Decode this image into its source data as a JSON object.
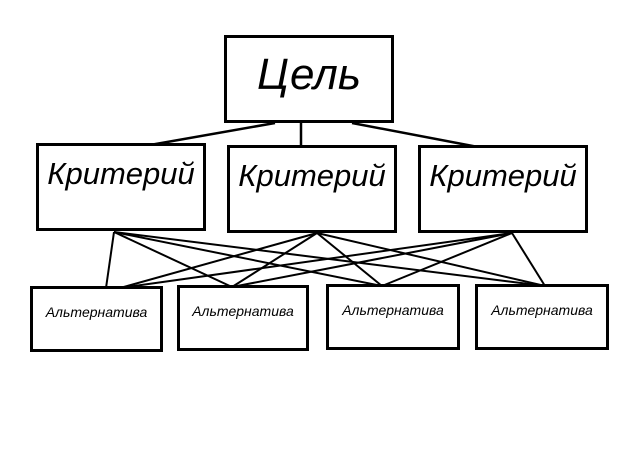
{
  "goal": {
    "label": "Цель"
  },
  "criteria": [
    {
      "label": "Критерий"
    },
    {
      "label": "Критерий"
    },
    {
      "label": "Критерий"
    }
  ],
  "alternatives": [
    {
      "label": "Альтернатива"
    },
    {
      "label": "Альтернатива"
    },
    {
      "label": "Альтернатива"
    },
    {
      "label": "Альтернатива"
    }
  ],
  "colors": {
    "stroke": "#000000",
    "background": "#ffffff"
  }
}
